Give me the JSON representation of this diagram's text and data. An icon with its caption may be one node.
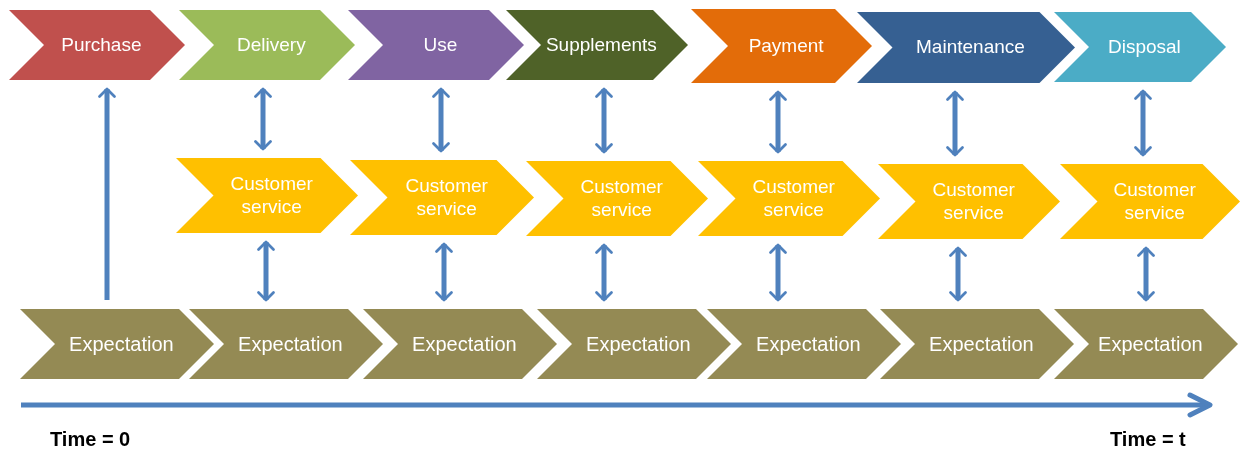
{
  "diagram": {
    "nodes": [
      {
        "text": [
          "Purchase"
        ]
      },
      {
        "text": [
          "Delivery"
        ]
      },
      {
        "text": [
          "Use"
        ]
      },
      {
        "text": [
          "Supplements"
        ]
      },
      {
        "text": [
          "Payment"
        ]
      },
      {
        "text": [
          "Maintenance"
        ]
      },
      {
        "text": [
          "Disposal"
        ]
      },
      {
        "text": [
          "Customer service"
        ]
      },
      {
        "text": [
          "Customer service"
        ]
      },
      {
        "text": [
          "Customer service"
        ]
      },
      {
        "text": [
          "Customer service"
        ]
      },
      {
        "text": [
          "Customer service"
        ]
      },
      {
        "text": [
          "Customer service"
        ]
      },
      {
        "text": [
          "Expectation"
        ]
      },
      {
        "text": [
          "Expectation"
        ]
      },
      {
        "text": [
          "Expectation"
        ]
      },
      {
        "text": [
          "Expectation"
        ]
      },
      {
        "text": [
          "Expectation"
        ]
      },
      {
        "text": [
          "Expectation"
        ]
      },
      {
        "text": [
          "Expectation"
        ]
      }
    ],
    "edges": [
      {
        "from": 13,
        "to": 0,
        "arrow": "to"
      },
      {
        "from": 1,
        "to": 7,
        "arrow": "both"
      },
      {
        "from": 7,
        "to": 14,
        "arrow": "both"
      },
      {
        "from": 2,
        "to": 8,
        "arrow": "both"
      },
      {
        "from": 8,
        "to": 15,
        "arrow": "both"
      },
      {
        "from": 3,
        "to": 9,
        "arrow": "both"
      },
      {
        "from": 9,
        "to": 16,
        "arrow": "both"
      },
      {
        "from": 4,
        "to": 10,
        "arrow": "both"
      },
      {
        "from": 10,
        "to": 17,
        "arrow": "both"
      },
      {
        "from": 5,
        "to": 11,
        "arrow": "both"
      },
      {
        "from": 11,
        "to": 18,
        "arrow": "both"
      },
      {
        "from": 6,
        "to": 12,
        "arrow": "both"
      },
      {
        "from": 12,
        "to": 19,
        "arrow": "both"
      }
    ],
    "labels": [
      "Time = 0",
      "Time = t"
    ]
  }
}
